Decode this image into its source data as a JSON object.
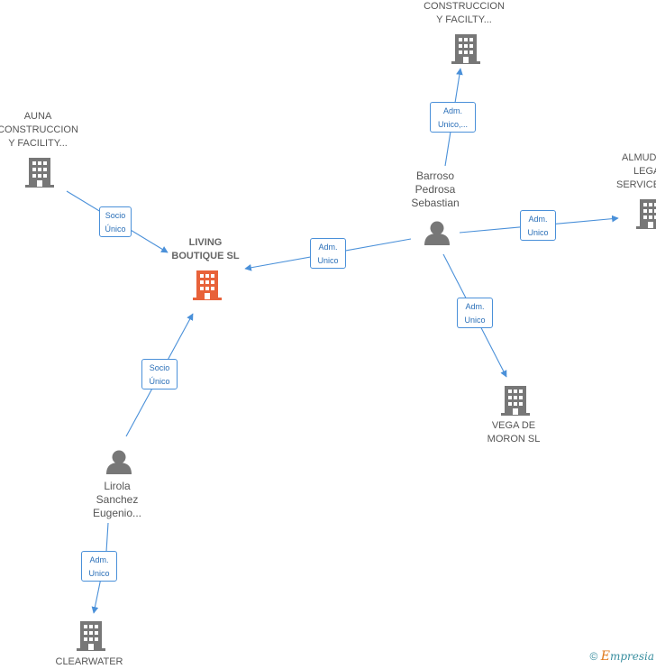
{
  "nodes": {
    "living": {
      "line1": "LIVING",
      "line2": "BOUTIQUE  SL"
    },
    "auna": {
      "line1": "AUNA",
      "line2": "CONSTRUCCION",
      "line3": "Y FACILITY..."
    },
    "top_company": {
      "line1": "CONSTRUCCION",
      "line2": "Y FACILTY..."
    },
    "barroso": {
      "line1": "Barroso",
      "line2": "Pedrosa",
      "line3": "Sebastian"
    },
    "almud": {
      "line1": "ALMUD",
      "line2": "LEGA",
      "line3": "SERVICE"
    },
    "vega": {
      "line1": "VEGA DE",
      "line2": "MORON  SL"
    },
    "lirola": {
      "line1": "Lirola",
      "line2": "Sanchez",
      "line3": "Eugenio..."
    },
    "clearwater": {
      "line1": "CLEARWATER"
    }
  },
  "edges": {
    "auna_living": {
      "line1": "Socio",
      "line2": "Único"
    },
    "barroso_living": {
      "line1": "Adm.",
      "line2": "Unico"
    },
    "barroso_top": {
      "line1": "Adm.",
      "line2": "Unico,..."
    },
    "barroso_almud": {
      "line1": "Adm.",
      "line2": "Unico"
    },
    "barroso_vega": {
      "line1": "Adm.",
      "line2": "Unico"
    },
    "lirola_living": {
      "line1": "Socio",
      "line2": "Único"
    },
    "lirola_clearwater": {
      "line1": "Adm.",
      "line2": "Unico"
    }
  },
  "footer": {
    "copyright": "©",
    "brand_first": "E",
    "brand_rest": "mpresia"
  },
  "colors": {
    "edge": "#4a90d9",
    "main_company": "#e8623a",
    "company": "#777777",
    "person": "#777777"
  }
}
